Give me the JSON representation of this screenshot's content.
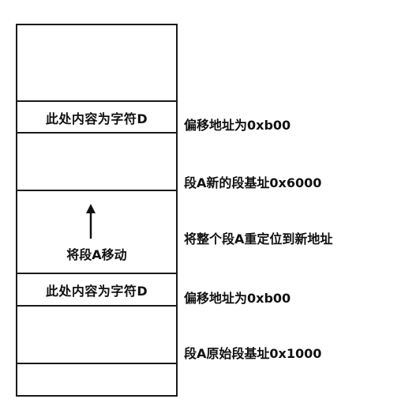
{
  "diagram": {
    "upper_cell_text": "此处内容为字符D",
    "lower_cell_text": "此处内容为字符D",
    "move_label": "将段A移动",
    "labels": {
      "upper_offset": "偏移地址为0xb00",
      "new_base": "段A新的段基址0x6000",
      "relocate": "将整个段A重定位到新地址",
      "lower_offset": "偏移地址为0xb00",
      "orig_base": "段A原始段基址0x1000"
    }
  }
}
